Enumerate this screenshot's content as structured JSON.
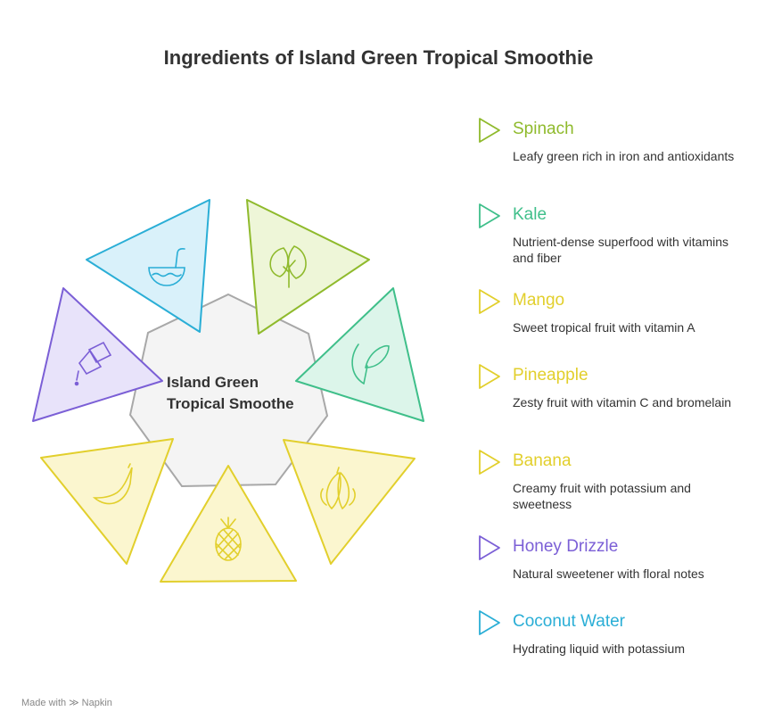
{
  "title": "Ingredients of Island Green Tropical Smoothie",
  "center": {
    "line1": "Island Green",
    "line2": "Tropical Smoothe"
  },
  "items": [
    {
      "name": "Spinach",
      "desc": "Leafy green rich in iron and antioxidants",
      "color": "#8fba2c",
      "fill": "#eef6d8",
      "icon": "spinach-leaf-icon"
    },
    {
      "name": "Kale",
      "desc": "Nutrient-dense superfood with vitamins and fiber",
      "color": "#3fbf8a",
      "fill": "#dcf5ea",
      "icon": "leaf-icon"
    },
    {
      "name": "Mango",
      "desc": "Sweet tropical fruit with vitamin A",
      "color": "#e2cf2c",
      "fill": "#fbf6cf",
      "icon": "mango-icon"
    },
    {
      "name": "Pineapple",
      "desc": "Zesty fruit with vitamin C and bromelain",
      "color": "#e2cf2c",
      "fill": "#fbf6cf",
      "icon": "pineapple-icon"
    },
    {
      "name": "Banana",
      "desc": "Creamy fruit with potassium and sweetness",
      "color": "#e2cf2c",
      "fill": "#fbf6cf",
      "icon": "banana-icon"
    },
    {
      "name": "Honey Drizzle",
      "desc": "Natural sweetener with floral notes",
      "color": "#7b5fd6",
      "fill": "#e8e3fa",
      "icon": "honey-bottle-icon"
    },
    {
      "name": "Coconut Water",
      "desc": "Hydrating liquid with potassium",
      "color": "#2aaed6",
      "fill": "#d9f1fa",
      "icon": "coconut-drink-icon"
    }
  ],
  "footer": {
    "prefix": "Made with",
    "brand": "Napkin"
  }
}
